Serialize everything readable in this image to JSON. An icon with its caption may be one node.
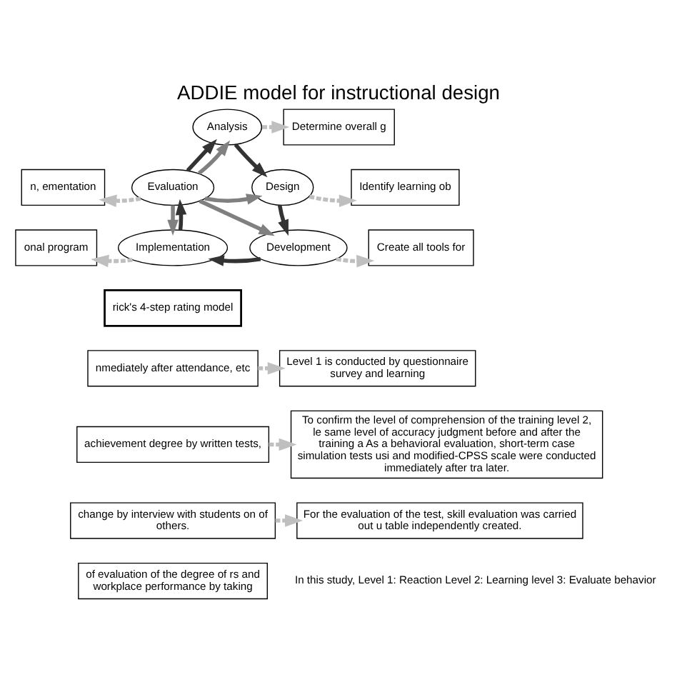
{
  "diagram": {
    "title": "ADDIE model for instructional design",
    "nodes": [
      {
        "text": [
          "Analysis"
        ]
      },
      {
        "text": [
          "Design"
        ]
      },
      {
        "text": [
          "Development"
        ]
      },
      {
        "text": [
          "Implementation"
        ]
      },
      {
        "text": [
          "Evaluation"
        ]
      },
      {
        "text": [
          "Determine overall g"
        ]
      },
      {
        "text": [
          "Identify learning ob"
        ]
      },
      {
        "text": [
          "Create all tools for"
        ]
      },
      {
        "text": [
          "onal program"
        ]
      },
      {
        "text": [
          "n, ementation"
        ]
      },
      {
        "text": [
          "rick's 4-step rating model"
        ]
      },
      {
        "text": [
          "nmediately after attendance, etc"
        ]
      },
      {
        "text": [
          "achievement degree by written tests,"
        ]
      },
      {
        "text": [
          "change by interview with students on of others."
        ]
      },
      {
        "text": [
          "of evaluation of the degree of rs and workplace performance by taking"
        ]
      },
      {
        "text": [
          "Level 1 is conducted by questionnaire survey and learning"
        ]
      },
      {
        "text": [
          "To confirm the level of comprehension of the training level 2, le same level of accuracy judgment before and after the training a As a behavioral evaluation, short-term case simulation tests usi and modified-CPSS scale were conducted immediately after tra later."
        ]
      },
      {
        "text": [
          "For the evaluation of the test, skill evaluation was carried out u table independently created."
        ]
      }
    ],
    "edges": [
      {
        "from": 4,
        "to": 0,
        "arrow": "to",
        "color": "#333333"
      },
      {
        "from": 0,
        "to": 1,
        "arrow": "to",
        "color": "#333333"
      },
      {
        "from": 1,
        "to": 2,
        "arrow": "to",
        "color": "#333333"
      },
      {
        "from": 2,
        "to": 3,
        "arrow": "to",
        "color": "#333333"
      },
      {
        "from": 3,
        "to": 4,
        "arrow": "to",
        "color": "#333333"
      },
      {
        "from": 4,
        "to": 0,
        "arrow": "to",
        "color": "#808080"
      },
      {
        "from": 4,
        "to": 1,
        "arrow": "to",
        "color": "#808080"
      },
      {
        "from": 4,
        "to": 2,
        "arrow": "to",
        "color": "#808080"
      },
      {
        "from": 4,
        "to": 3,
        "arrow": "to",
        "color": "#808080"
      },
      {
        "from": 0,
        "to": 5,
        "arrow": "to",
        "style": "dashed",
        "color": "#bfbfbf"
      },
      {
        "from": 1,
        "to": 6,
        "arrow": "to",
        "style": "dashed",
        "color": "#bfbfbf"
      },
      {
        "from": 2,
        "to": 7,
        "arrow": "to",
        "style": "dashed",
        "color": "#bfbfbf"
      },
      {
        "from": 3,
        "to": 8,
        "arrow": "to",
        "style": "dashed",
        "color": "#bfbfbf"
      },
      {
        "from": 4,
        "to": 9,
        "arrow": "to",
        "style": "dashed",
        "color": "#bfbfbf"
      },
      {
        "from": 11,
        "to": 15,
        "arrow": "to",
        "style": "dashed",
        "color": "#bfbfbf"
      },
      {
        "from": 12,
        "to": 16,
        "arrow": "to",
        "style": "dashed",
        "color": "#bfbfbf"
      },
      {
        "from": 13,
        "to": 17,
        "arrow": "to",
        "style": "dashed",
        "color": "#bfbfbf"
      }
    ],
    "labels": [
      "In this study, Level 1: Reaction Level 2: Learning level 3: Evaluate behavior"
    ]
  }
}
